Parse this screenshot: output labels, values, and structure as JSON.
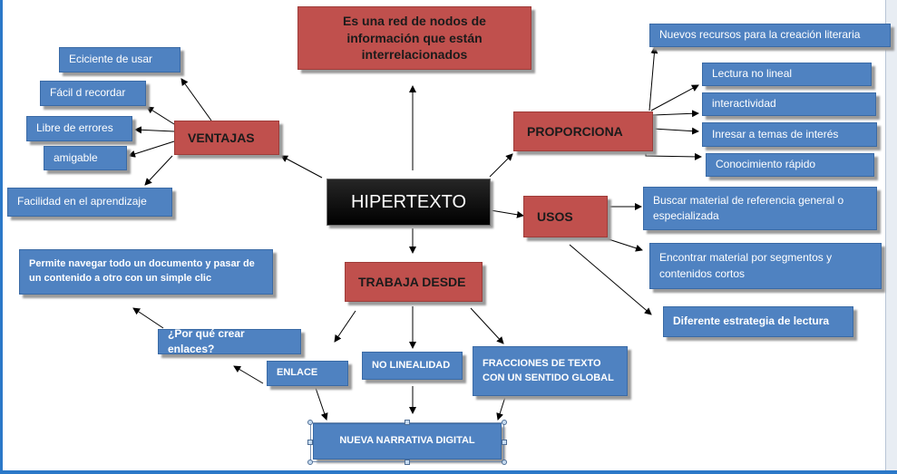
{
  "colors": {
    "blue_box": "#4f82c1",
    "red_box": "#c0504d",
    "center_box": "#000000",
    "connector": "#000000"
  },
  "center": {
    "label": "HIPERTEXTO"
  },
  "definition": {
    "label": "Es una red de nodos de información que están interrelacionados"
  },
  "ventajas": {
    "label": "VENTAJAS",
    "items": [
      "Eciciente de usar",
      "Fácil d recordar",
      "Libre de errores",
      "amigable",
      "Facilidad en el aprendizaje"
    ]
  },
  "proporciona": {
    "label": "PROPORCIONA",
    "items": [
      "Nuevos recursos para la creación literaria",
      "Lectura no lineal",
      "interactividad",
      "Inresar a temas de interés",
      "Conocimiento rápido"
    ]
  },
  "usos": {
    "label": "USOS",
    "items": [
      "Buscar material de referencia general o especializada",
      "Encontrar material por segmentos y contenidos cortos",
      "Diferente estrategia de lectura"
    ]
  },
  "trabaja": {
    "label": "TRABAJA DESDE",
    "items": [
      "ENLACE",
      "NO LINEALIDAD",
      "FRACCIONES DE TEXTO CON UN SENTIDO GLOBAL"
    ]
  },
  "enlace": {
    "question": "¿Por qué crear enlaces?",
    "answer": "Permite navegar todo un documento y pasar de un contenido a otro con un simple clic"
  },
  "narrativa": {
    "label": "NUEVA NARRATIVA DIGITAL"
  }
}
